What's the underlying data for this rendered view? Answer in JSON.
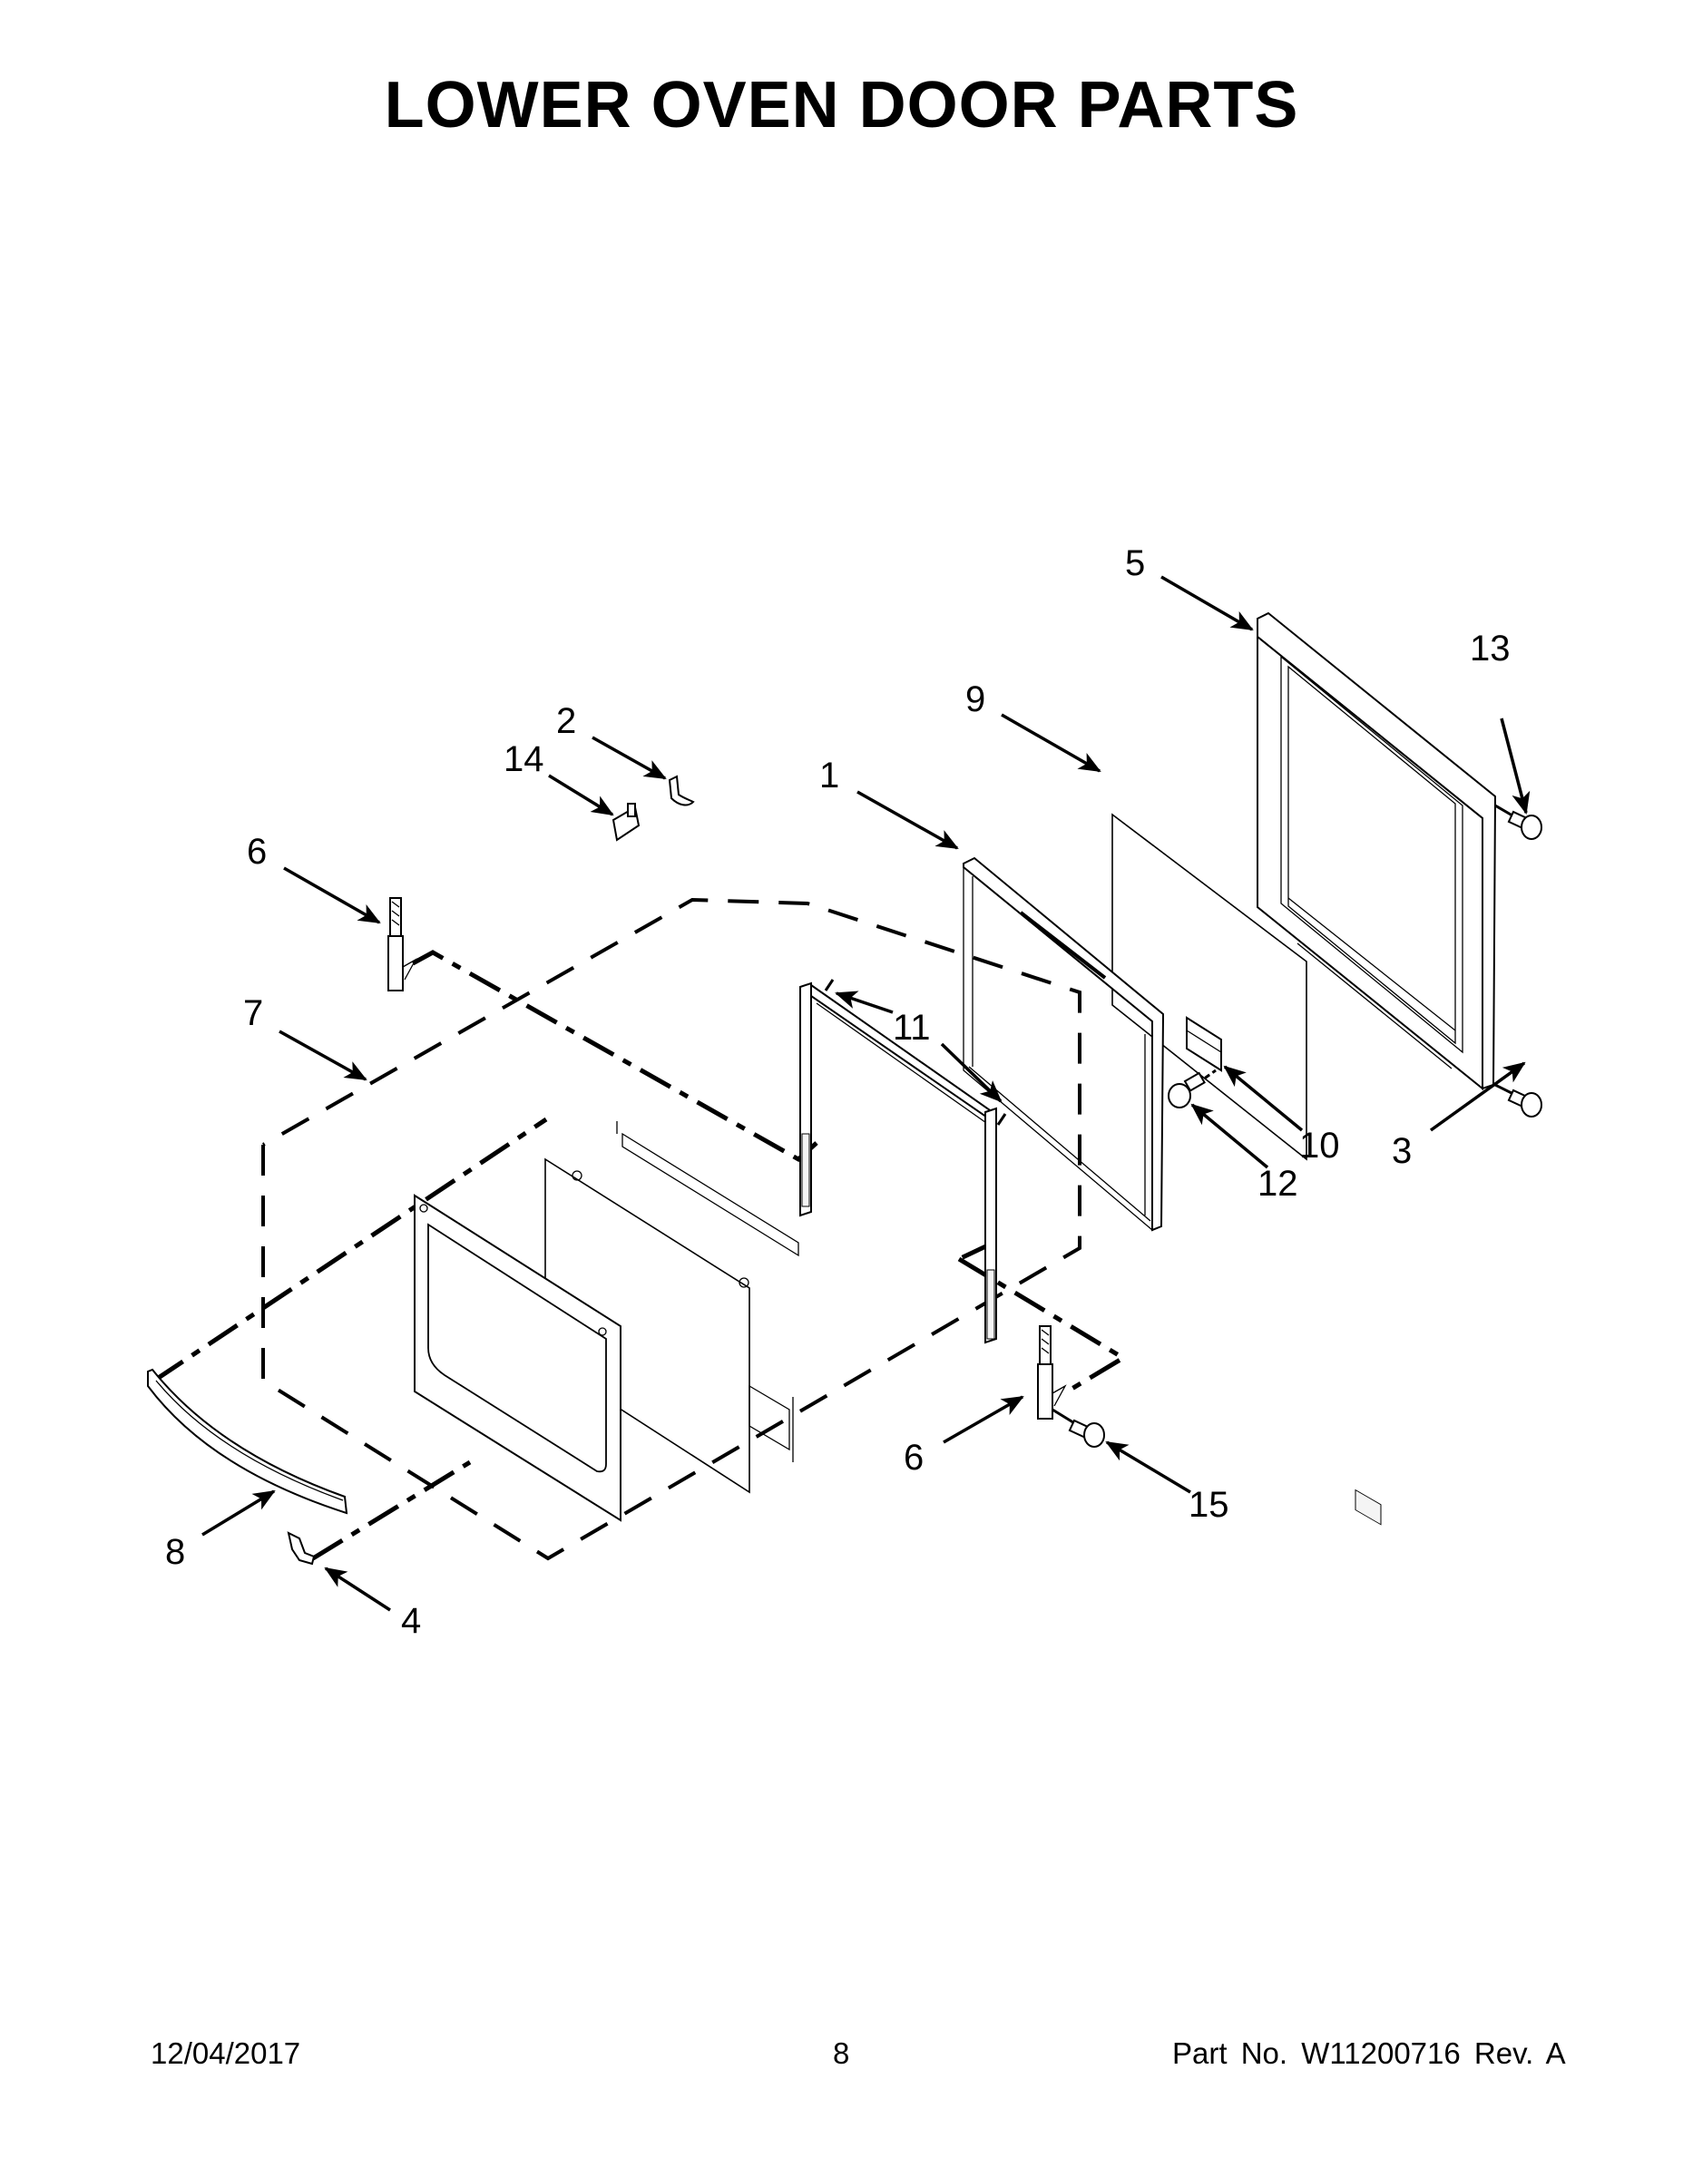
{
  "page": {
    "title": "LOWER OVEN DOOR PARTS",
    "footer": {
      "date": "12/04/2017",
      "page_number": "8",
      "part_number": "Part No.  W11200716  Rev.  A"
    }
  },
  "callouts": [
    {
      "id": "c1",
      "label": "1",
      "part": "inner door panel"
    },
    {
      "id": "c2",
      "label": "2",
      "part": "clip"
    },
    {
      "id": "c3",
      "label": "3",
      "part": "screw (lower)"
    },
    {
      "id": "c4",
      "label": "4",
      "part": "screw / handle fastener"
    },
    {
      "id": "c5",
      "label": "5",
      "part": "door liner frame"
    },
    {
      "id": "c6a",
      "label": "6",
      "part": "hinge (left)"
    },
    {
      "id": "c6b",
      "label": "6",
      "part": "hinge (right)"
    },
    {
      "id": "c7",
      "label": "7",
      "part": "door assembly (dashed outline)"
    },
    {
      "id": "c8",
      "label": "8",
      "part": "door handle"
    },
    {
      "id": "c9",
      "label": "9",
      "part": "glass panel"
    },
    {
      "id": "c10",
      "label": "10",
      "part": "bracket"
    },
    {
      "id": "c11",
      "label": "11",
      "part": "screws (inner frame)"
    },
    {
      "id": "c12",
      "label": "12",
      "part": "screw (bracket)"
    },
    {
      "id": "c13",
      "label": "13",
      "part": "screw (upper)"
    },
    {
      "id": "c14",
      "label": "14",
      "part": "latch"
    },
    {
      "id": "c15",
      "label": "15",
      "part": "hinge screw"
    }
  ],
  "labels": {
    "c1": "1",
    "c2": "2",
    "c3": "3",
    "c4": "4",
    "c5": "5",
    "c6a": "6",
    "c6b": "6",
    "c7": "7",
    "c8": "8",
    "c9": "9",
    "c10": "10",
    "c11": "11",
    "c12": "12",
    "c13": "13",
    "c14": "14",
    "c15": "15"
  },
  "colors": {
    "ink": "#000000",
    "paper": "#ffffff"
  }
}
